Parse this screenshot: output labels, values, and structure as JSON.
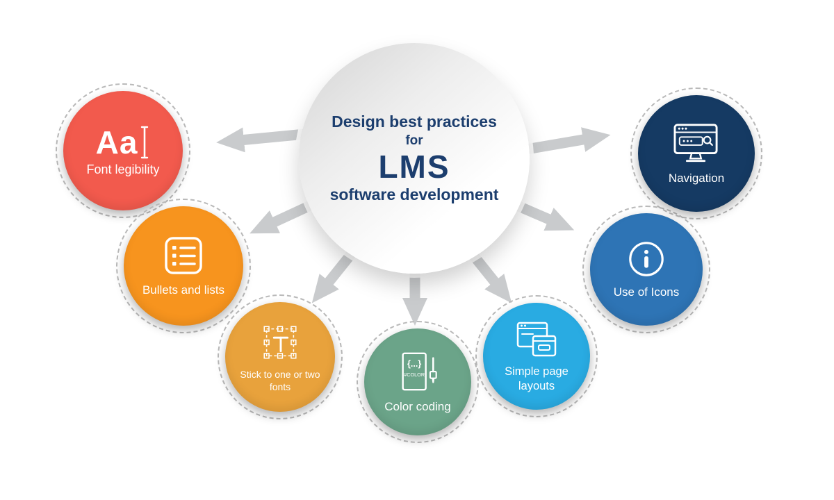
{
  "title": "Design best practices for LMS software development",
  "center": {
    "line1": "Design best practices",
    "line2": "for",
    "line3": "LMS",
    "line4": "software development",
    "text_color": "#1c3e6e"
  },
  "nodes": [
    {
      "label": "Font legibility",
      "color": "#f25a4d",
      "icon": "font-sample-icon",
      "icon_text": "Aa"
    },
    {
      "label": "Bullets and lists",
      "color": "#f7941e",
      "icon": "bulleted-list-icon"
    },
    {
      "label": "Stick to one or two fonts",
      "color": "#e8a23c",
      "icon": "font-transform-icon"
    },
    {
      "label": "Color coding",
      "color": "#6ba489",
      "icon": "color-code-document-icon",
      "icon_text_top": "{...}",
      "icon_text_bottom": "#COLOR"
    },
    {
      "label": "Simple page layouts",
      "color": "#29abe2",
      "icon": "page-layout-icon"
    },
    {
      "label": "Use of Icons",
      "color": "#2e74b5",
      "icon": "info-icon"
    },
    {
      "label": "Navigation",
      "color": "#153a63",
      "icon": "monitor-navigation-icon"
    }
  ],
  "colors": {
    "arrow": "#c9cbcd",
    "dashed_ring": "#b9b9b9"
  }
}
